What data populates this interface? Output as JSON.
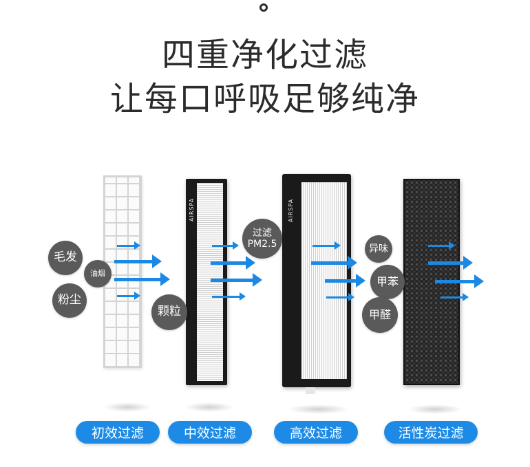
{
  "headline": {
    "line1": "四重净化过滤",
    "line2": "让每口呼吸足够纯净"
  },
  "filters": {
    "brand": "AIRSPA",
    "labels": [
      "初效过滤",
      "中效过滤",
      "高效过滤",
      "活性炭过滤"
    ]
  },
  "bubbles": {
    "maofa": "毛发",
    "youyan": "油烟",
    "fenchen": "粉尘",
    "keli": "颗粒",
    "pm25_line1": "过滤",
    "pm25_line2": "PM2.5",
    "yiwei": "异味",
    "jiaben": "甲苯",
    "jiaquan": "甲醛"
  },
  "colors": {
    "accent": "#1d8be5",
    "bubble": "#5a5a5a",
    "text": "#2b2b2b"
  }
}
